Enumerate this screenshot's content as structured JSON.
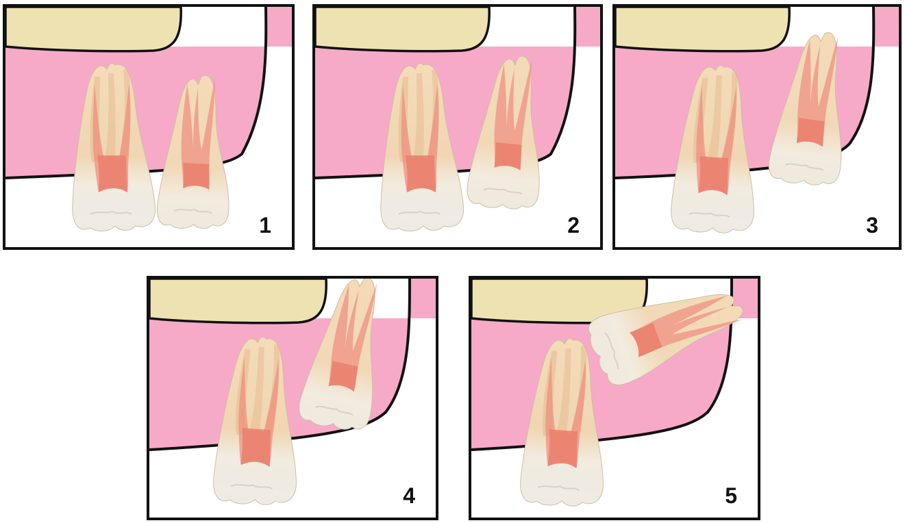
{
  "panels": [
    {
      "id": "p1",
      "label": "1"
    },
    {
      "id": "p2",
      "label": "2"
    },
    {
      "id": "p3",
      "label": "3"
    },
    {
      "id": "p4",
      "label": "4"
    },
    {
      "id": "p5",
      "label": "5"
    }
  ],
  "colors": {
    "bone": "#efe2b2",
    "gum": "#f7a9c8",
    "outline": "#111111",
    "tooth_root": "#f3d7b0",
    "tooth_crown": "#f2ede2",
    "pulp": "#ef8c7c",
    "pulp_chamber": "#e8826f"
  }
}
